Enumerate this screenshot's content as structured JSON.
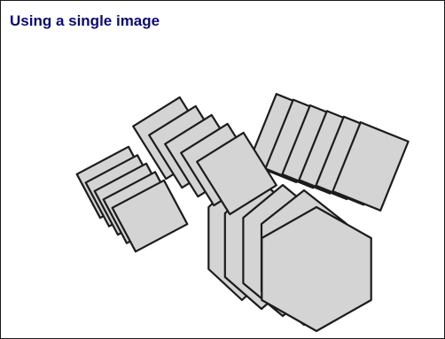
{
  "window": {
    "title": "Using a single image"
  },
  "scene": {
    "tile_fill": "#d4d4d4",
    "tile_stroke": "#1c1c1c",
    "title_color": "#0a0a78",
    "groups": [
      {
        "name": "tilted-square-stack-left",
        "count": 5
      },
      {
        "name": "square-stack-middle",
        "count": 5
      },
      {
        "name": "square-stack-right",
        "count": 6
      },
      {
        "name": "hexagon-stack",
        "count": 5
      }
    ]
  }
}
